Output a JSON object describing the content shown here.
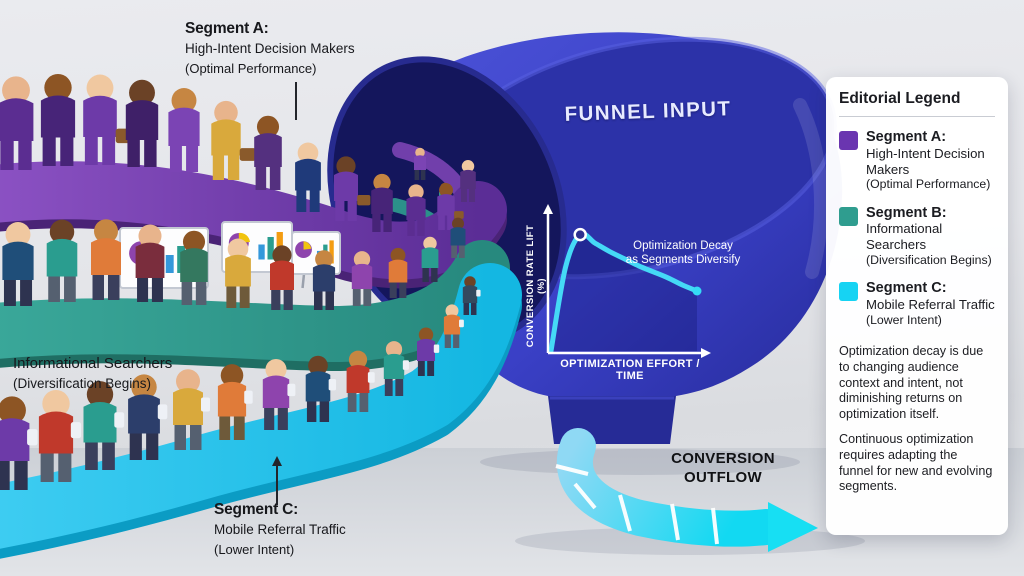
{
  "segment_a_label": {
    "title": "Segment A:",
    "line1": "High-Intent Decision Makers",
    "line2": "(Optimal Performance)"
  },
  "informational_label": {
    "line1": "Informational Searchers",
    "line2": "(Diversification Begins)"
  },
  "segment_c_label": {
    "title": "Segment C:",
    "line1": "Mobile Referral Traffic",
    "line2": "(Lower Intent)"
  },
  "funnel": {
    "input_label": "FUNNEL INPUT",
    "outflow_line1": "CONVERSION",
    "outflow_line2": "OUTFLOW"
  },
  "chart_data": {
    "type": "line",
    "x": [
      0,
      1,
      2,
      3,
      4,
      5,
      6,
      7,
      8,
      9,
      10
    ],
    "values": [
      0,
      70,
      97,
      90,
      83,
      77,
      71,
      66,
      61,
      55,
      50
    ],
    "peak_index": 2,
    "xlim": [
      0,
      10
    ],
    "ylim": [
      0,
      110
    ],
    "grid": false,
    "xlabel": "OPTIMIZATION EFFORT / TIME",
    "ylabel": "CONVERSION RATE LIFT (%)",
    "annotation_line1": "Optimization Decay",
    "annotation_line2": "as Segments Diversify",
    "line_color": "#45d9f6",
    "axis_color": "#ffffff",
    "markers": {
      "peak": {
        "fill": "#2d2f8f",
        "stroke": "#ffffff"
      },
      "end": {
        "fill": "#35dbf5"
      }
    }
  },
  "legend": {
    "title": "Editorial Legend",
    "items": [
      {
        "swatch": "#6a35b0",
        "title": "Segment A:",
        "line1": "High-Intent Decision Makers",
        "line2": "(Optimal Performance)"
      },
      {
        "swatch": "#2f9d8f",
        "title": "Segment B:",
        "line1": "Informational Searchers",
        "line2": "(Diversification Begins)"
      },
      {
        "swatch": "#16d3f3",
        "title": "Segment C:",
        "line1": "Mobile Referral Traffic",
        "line2": "(Lower Intent)"
      }
    ],
    "notes": [
      "Optimization decay is due to changing audience context and intent, not diminishing returns on optimization itself.",
      "Continuous optimization requires adapting the funnel for new and evolving segments."
    ]
  },
  "colors": {
    "segment_a": "#6a35b0",
    "segment_b": "#2f9d8f",
    "segment_c": "#16d3f3",
    "funnel_body": "#3a40c6",
    "funnel_inner_wall": "#2c32a8",
    "funnel_opening": "#14165c",
    "outflow_pipe": "#18d8f2",
    "background": "#e7e8ec",
    "text_dark": "#17181c"
  }
}
